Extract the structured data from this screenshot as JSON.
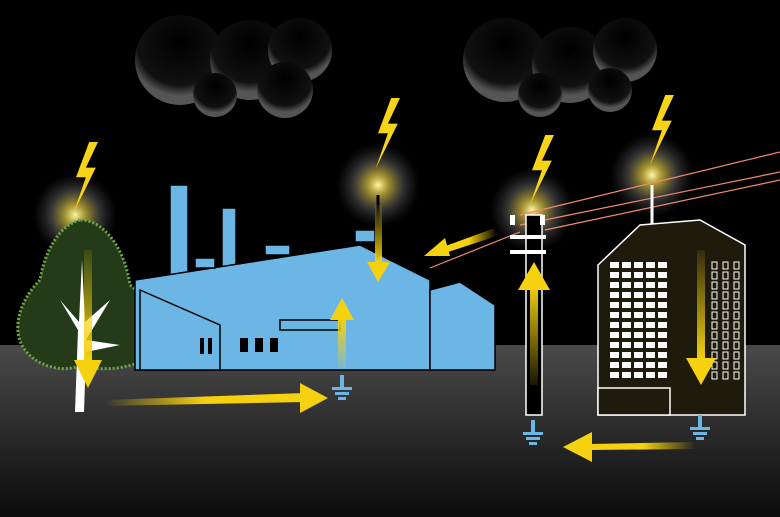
{
  "colors": {
    "sky": "#000000",
    "ground_top": "#4a4a4a",
    "ground_bottom": "#0a0a0a",
    "factory": "#6cb6e6",
    "lightning": "#f7d417",
    "arrow": "#f5d10f",
    "grounding": "#6cb6e6",
    "building": "#1e1a0c",
    "tree": "#2d4a1e",
    "power_line": "#f08a70"
  },
  "elements": [
    "storm-clouds",
    "tree",
    "factory",
    "utility-pole",
    "office-building",
    "lightning-bolt-icon",
    "current-arrow-icon",
    "ground-rod-icon"
  ]
}
